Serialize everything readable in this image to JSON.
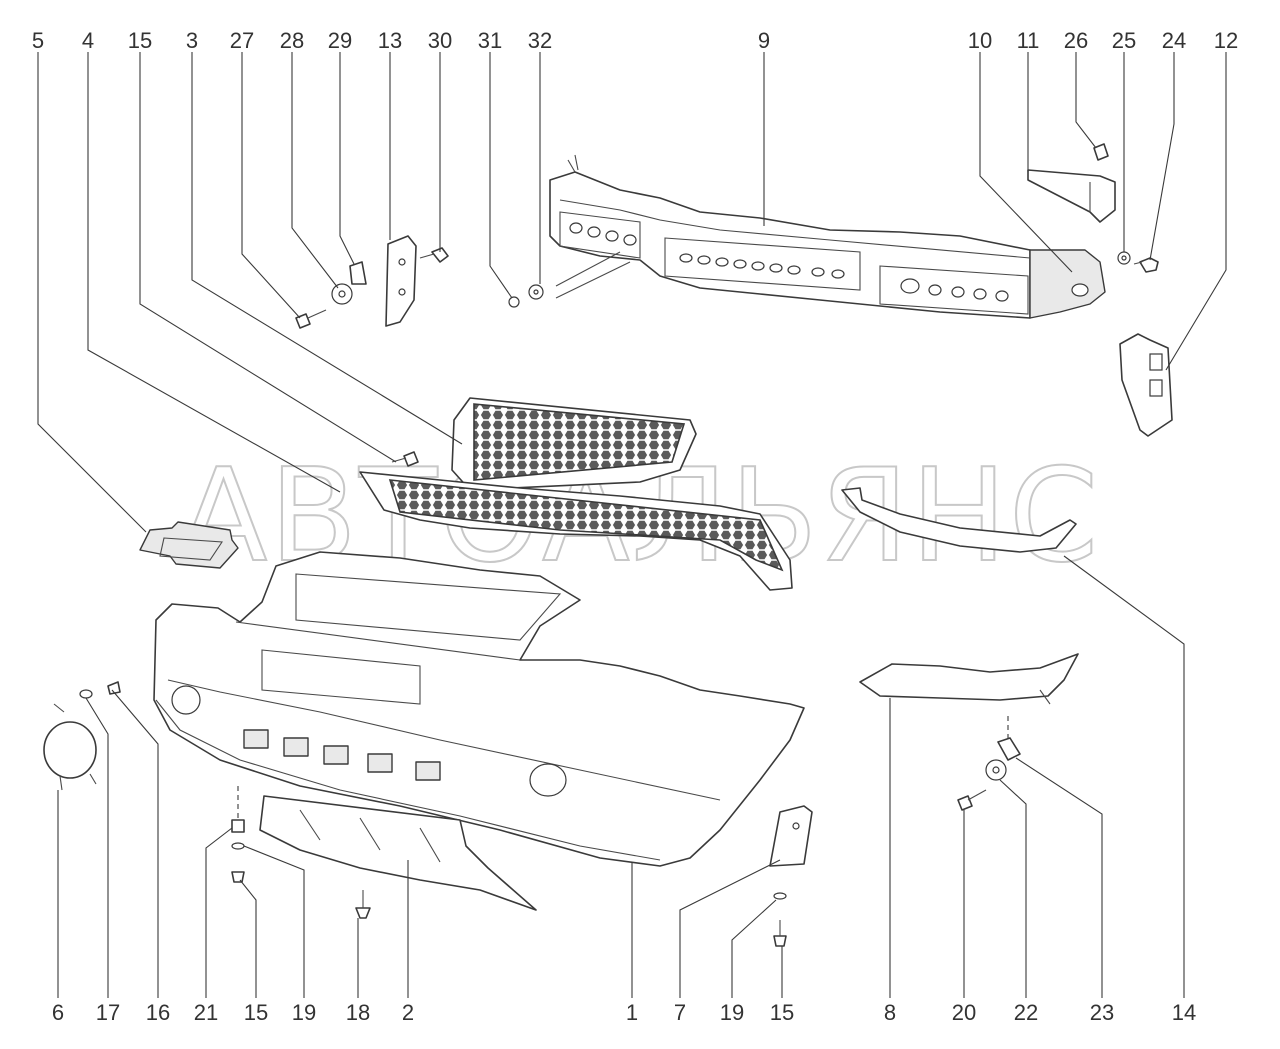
{
  "watermark": "АВТОАЛЬЯНС",
  "callouts_top": [
    "5",
    "4",
    "15",
    "3",
    "27",
    "28",
    "29",
    "13",
    "30",
    "31",
    "32",
    "9",
    "10",
    "11",
    "26",
    "25",
    "24",
    "12"
  ],
  "callouts_bottom": [
    "6",
    "17",
    "16",
    "21",
    "15",
    "19",
    "18",
    "2",
    "1",
    "7",
    "19",
    "15",
    "8",
    "20",
    "22",
    "23",
    "14"
  ]
}
